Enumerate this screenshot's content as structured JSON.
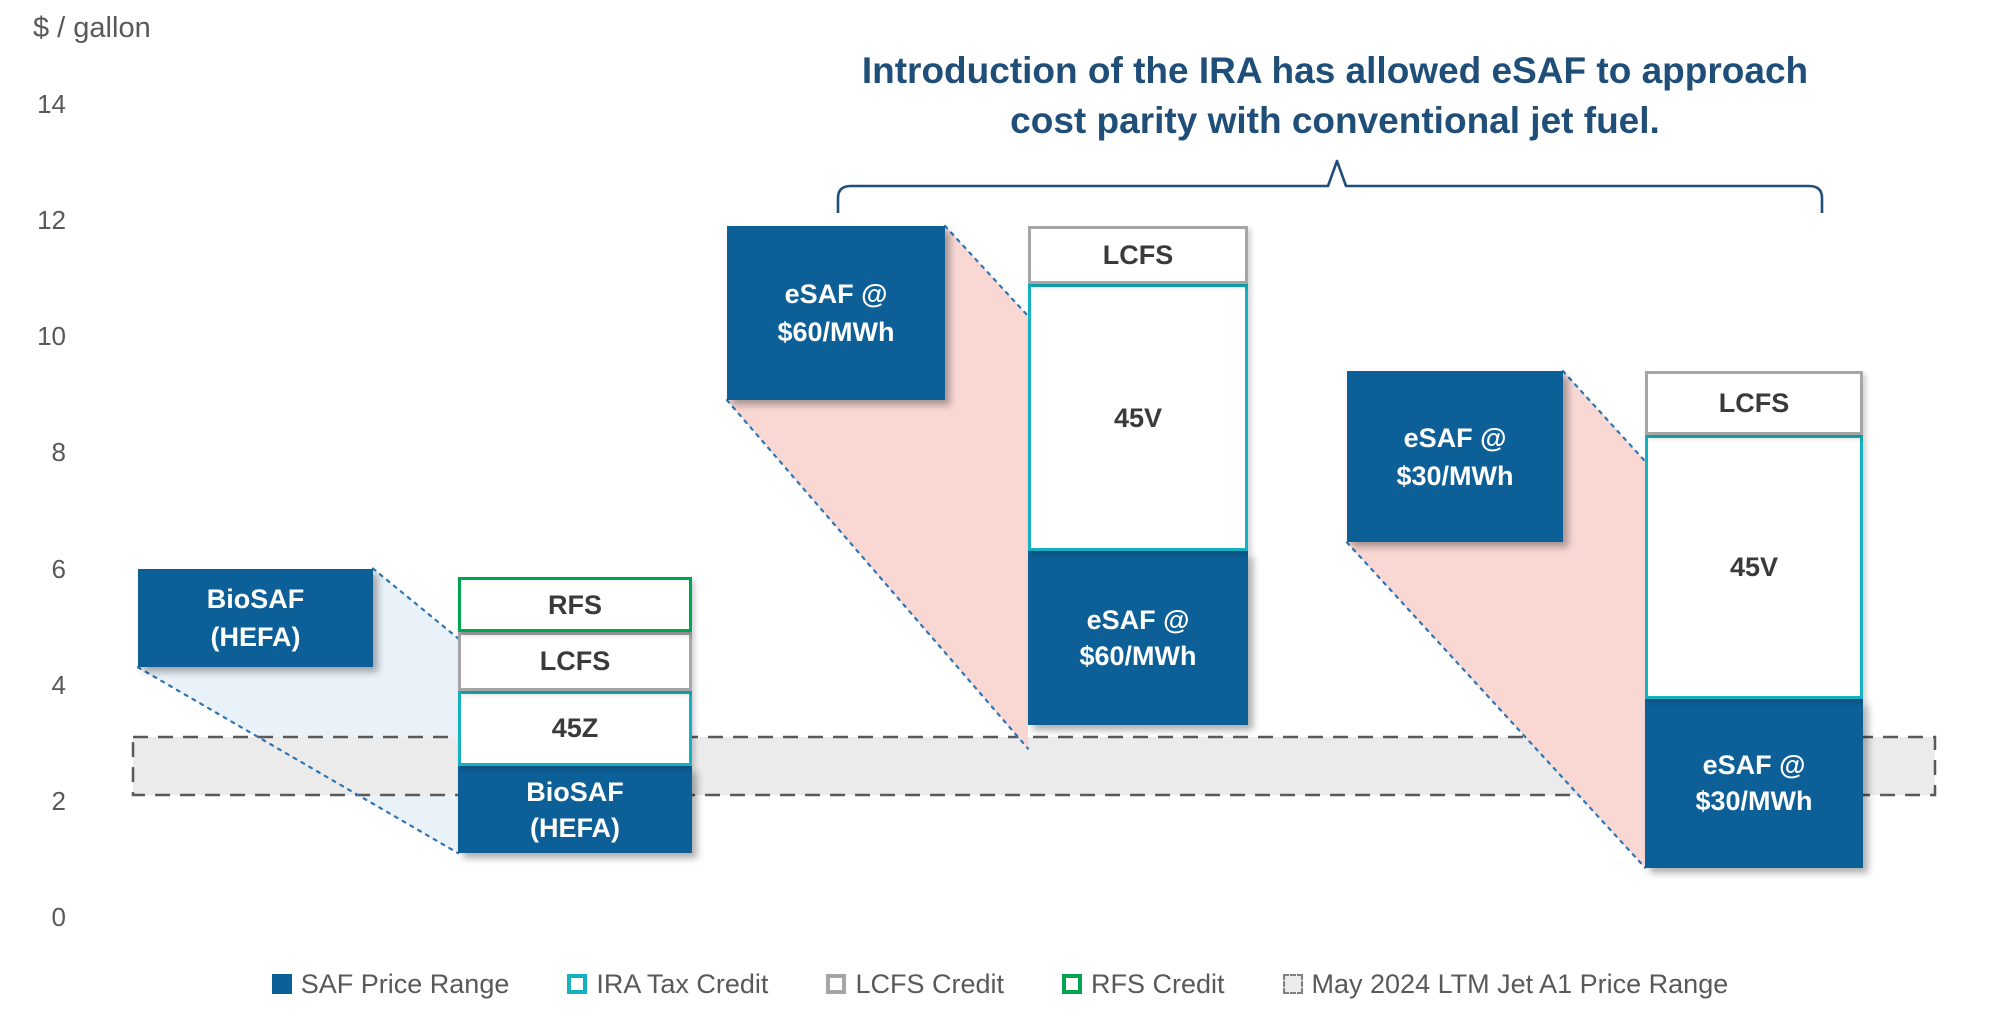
{
  "header": {
    "title_line1": "Introduction of the IRA has allowed eSAF to approach",
    "title_line2": "cost parity with conventional jet fuel."
  },
  "axis": {
    "unit_label": "$ / gallon"
  },
  "colors": {
    "saf_blue": "#0D5F97",
    "navy": "#1F4E79",
    "ira_teal": "#14B1C0",
    "rfs_green": "#00A551",
    "lcfs_gray": "#A6A6A6",
    "band_fill": "#EBEBEB",
    "band_stroke": "#595959",
    "pink_fill": "#F9D8D4",
    "lightblue_fill": "#EAF2F9",
    "dotted_line": "#2E75B6",
    "label_dark": "#3A3A3A",
    "axis_text": "#595959"
  },
  "chart_data": {
    "type": "bar",
    "title": "Introduction of the IRA has allowed eSAF to approach cost parity with conventional jet fuel.",
    "ylabel": "$ / gallon",
    "ylim": [
      0,
      14
    ],
    "yticks": [
      14,
      12,
      10,
      8,
      6,
      4,
      2,
      0
    ],
    "grid": false,
    "legend_position": "bottom",
    "jet_band": {
      "label": "May 2024 LTM Jet A1 Price Range",
      "from": 2.1,
      "to": 3.1
    },
    "groups": [
      {
        "name": "BioSAF (HEFA)",
        "price_box": {
          "label": "BioSAF\n(HEFA)",
          "from": 4.3,
          "to": 6.0
        },
        "segments": [
          {
            "label": "BioSAF\n(HEFA)",
            "kind": "saf",
            "from": 1.1,
            "to": 2.6
          },
          {
            "label": "45Z",
            "kind": "ira",
            "from": 2.6,
            "to": 3.9
          },
          {
            "label": "LCFS",
            "kind": "lcfs",
            "from": 3.9,
            "to": 4.9
          },
          {
            "label": "RFS",
            "kind": "rfs",
            "from": 4.9,
            "to": 5.85
          }
        ],
        "connector": {
          "fill": "lightblue",
          "attach_top": 4.8,
          "attach_bottom": 1.1
        }
      },
      {
        "name": "eSAF @ $60/MWh",
        "price_box": {
          "label": "eSAF @\n$60/MWh",
          "from": 8.9,
          "to": 11.9
        },
        "segments": [
          {
            "label": "eSAF @\n$60/MWh",
            "kind": "saf",
            "from": 3.3,
            "to": 6.3
          },
          {
            "label": "45V",
            "kind": "ira",
            "from": 6.3,
            "to": 10.9
          },
          {
            "label": "LCFS",
            "kind": "lcfs",
            "from": 10.9,
            "to": 11.9
          }
        ],
        "connector": {
          "fill": "pink",
          "attach_top": 10.35,
          "attach_bottom": 2.9
        }
      },
      {
        "name": "eSAF @ $30/MWh",
        "price_box": {
          "label": "eSAF @\n$30/MWh",
          "from": 6.45,
          "to": 9.4
        },
        "segments": [
          {
            "label": "eSAF @\n$30/MWh",
            "kind": "saf",
            "from": 0.85,
            "to": 3.75
          },
          {
            "label": "45V",
            "kind": "ira",
            "from": 3.75,
            "to": 8.3
          },
          {
            "label": "LCFS",
            "kind": "lcfs",
            "from": 8.3,
            "to": 9.4
          }
        ],
        "connector": {
          "fill": "pink",
          "attach_top": 7.85,
          "attach_bottom": 0.85
        }
      }
    ],
    "legend": [
      {
        "label": "SAF Price Range",
        "swatch": "filled"
      },
      {
        "label": "IRA Tax Credit",
        "swatch": "outline-teal"
      },
      {
        "label": "LCFS Credit",
        "swatch": "outline-gray"
      },
      {
        "label": "RFS Credit",
        "swatch": "outline-green"
      },
      {
        "label": "May 2024 LTM Jet A1 Price Range",
        "swatch": "dashed"
      }
    ]
  }
}
